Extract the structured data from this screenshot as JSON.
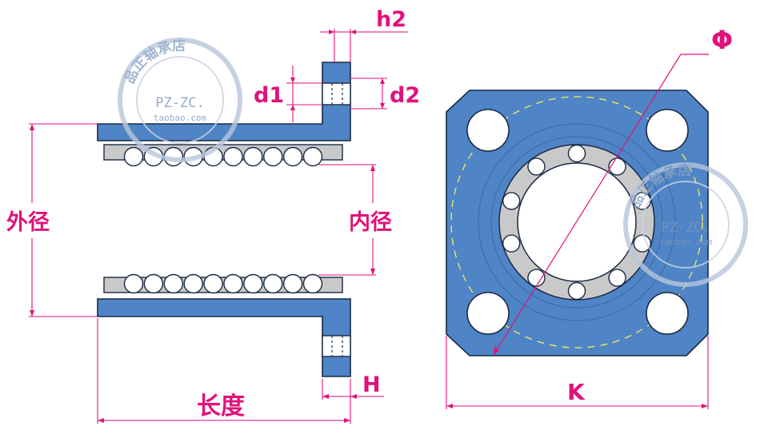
{
  "colors": {
    "body_blue": "#4f84c6",
    "outline": "#1a2a44",
    "cage_gray": "#c9c9c9",
    "dimension_magenta": "#e0127a",
    "pitch_circle_yellow": "#f2ef5a",
    "watermark": "#8aa2c4"
  },
  "labels": {
    "h2": "h2",
    "d1": "d1",
    "d2": "d2",
    "outer_dia": "外径",
    "inner_dia": "内径",
    "length": "长度",
    "H": "H",
    "K": "K",
    "phi": "Φ"
  },
  "watermark": {
    "shop_name": "品正轴承店",
    "brand": "PZ-ZC.",
    "domain": "taobao.com"
  },
  "section_view": {
    "upper_balls": 10,
    "lower_balls": 10
  },
  "front_view": {
    "mounting_holes": 4,
    "cage_balls": 10
  }
}
